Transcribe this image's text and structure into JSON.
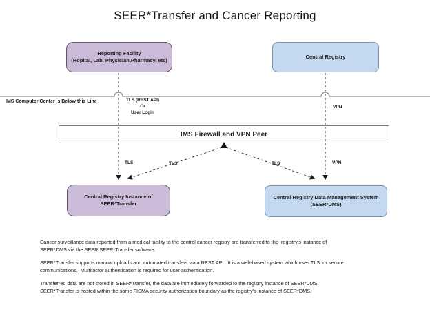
{
  "title": "SEER*Transfer and Cancer Reporting",
  "diagram": {
    "boxes": {
      "reporting_facility": {
        "line1": "Reporting Facility",
        "line2": "(Hopital, Lab, Physician,Pharmacy, etc)"
      },
      "central_registry": {
        "label": "Central Registry"
      },
      "firewall": {
        "label": "IMS Firewall and VPN Peer"
      },
      "seer_transfer": {
        "line1": "Central Registry Instance of",
        "line2": "SEER*Transfer"
      },
      "seer_dms": {
        "line1": "Central Registry Data Management System",
        "line2": "(SEER*DMS)"
      }
    },
    "labels": {
      "boundary": "IMS Computer Center is Below this Line",
      "tls_rest_api": "TLS (REST API)",
      "or": "Or",
      "user_login": "User Login",
      "vpn_top": "VPN",
      "tls_left_vertical": "TLS",
      "tls_diagonal_left": "TLS",
      "tls_diagonal_right": "TLS",
      "vpn_bottom": "VPN"
    },
    "colors": {
      "purple_fill": "#cbbad8",
      "purple_border": "#5d5864",
      "blue_fill": "#c4d9f0",
      "blue_border": "#8091ad",
      "boundary_line": "#8c8c8c",
      "connector": "#333333"
    }
  },
  "notes": {
    "p1": [
      "Cancer surveillance data reported from a medical facility to the central cancer registry are transferred to the  registry's instance of",
      "SEER*DMS via the SEER SEER*Transfer software."
    ],
    "p2": [
      "SEER*Transfer supports manual uploads and automated transfers via a REST API.  It is a web-based system which uses TLS for secure",
      "communications.  Multifactor authentication is required for user authentication."
    ],
    "p3": [
      "Transferred data are not stored in SEER*Transfer, the data are immediately forwarded to the registry instance of SEER*DMS.",
      "SEER*Transfer is hosted within the same FISMA security authorization boundary as the registry's instance of SEER*DMS."
    ]
  }
}
